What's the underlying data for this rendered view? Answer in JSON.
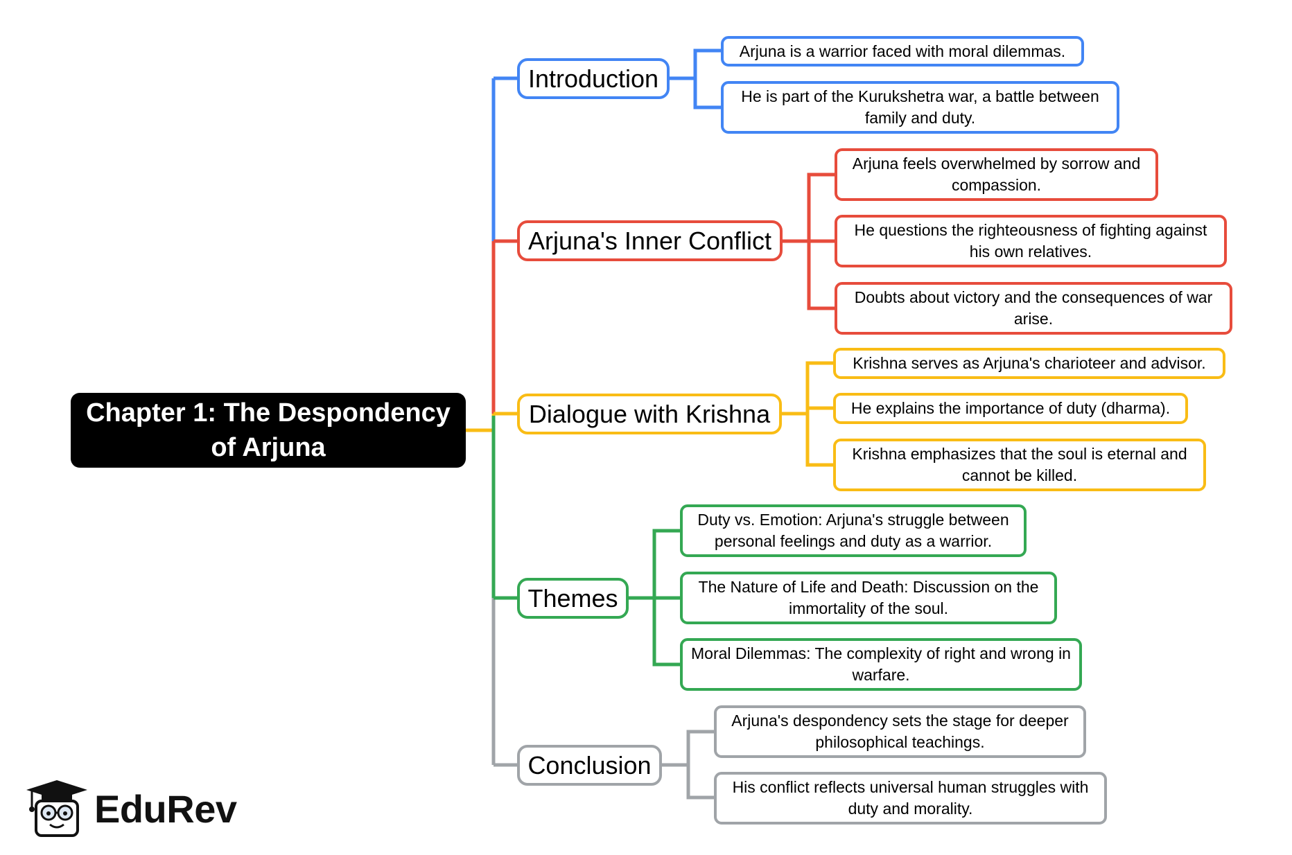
{
  "root": {
    "label": "Chapter 1: The Despondency of Arjuna"
  },
  "colors": {
    "intro": "#4285f4",
    "conflict": "#e74c3c",
    "dialogue": "#f9bc15",
    "themes": "#34a853",
    "conclusion": "#a0a4a8"
  },
  "branches": [
    {
      "label": "Introduction",
      "leaves": [
        "Arjuna is a warrior faced with moral dilemmas.",
        "He is part of the Kurukshetra war, a battle between family and duty."
      ]
    },
    {
      "label": "Arjuna's Inner Conflict",
      "leaves": [
        "Arjuna feels overwhelmed by sorrow and compassion.",
        "He questions the righteousness of fighting against his own relatives.",
        "Doubts about victory and the consequences of war arise."
      ]
    },
    {
      "label": "Dialogue with Krishna",
      "leaves": [
        "Krishna serves as Arjuna's charioteer and advisor.",
        "He explains the importance of duty (dharma).",
        "Krishna emphasizes that the soul is eternal and cannot be killed."
      ]
    },
    {
      "label": "Themes",
      "leaves": [
        "Duty vs. Emotion: Arjuna's struggle between personal feelings and duty as a warrior.",
        "The Nature of Life and Death: Discussion on the immortality of the soul.",
        "Moral Dilemmas: The complexity of right and wrong in warfare."
      ]
    },
    {
      "label": "Conclusion",
      "leaves": [
        "Arjuna's despondency sets the stage for deeper philosophical teachings.",
        "His conflict reflects universal human struggles with duty and morality."
      ]
    }
  ],
  "logo": {
    "text": "EduRev",
    "icon": "graduation-cap-mascot-icon"
  }
}
